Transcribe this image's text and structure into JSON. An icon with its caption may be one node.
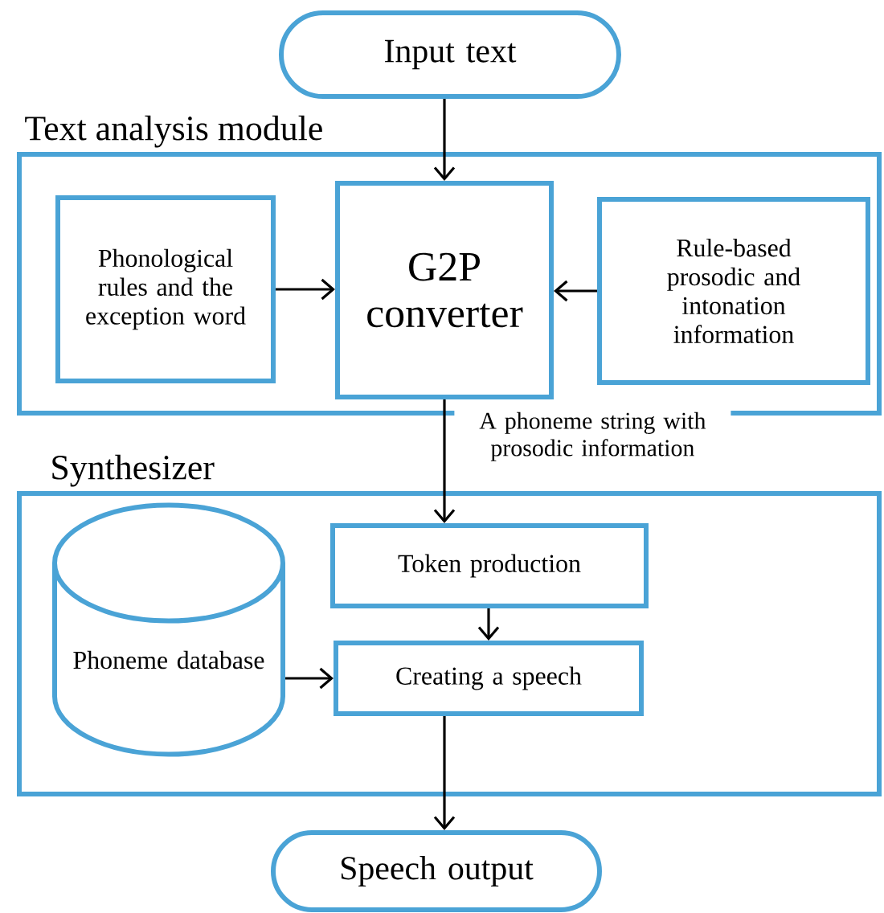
{
  "diagram": {
    "nodes": [
      {
        "text": [
          "Input text"
        ]
      },
      {
        "text": [
          "Text analysis module"
        ]
      },
      {
        "text": [
          "Phonological rules and the exception word"
        ],
        "in": 1
      },
      {
        "text": [
          "G2P converter"
        ],
        "in": 1
      },
      {
        "text": [
          "Rule-based prosodic and intonation information"
        ],
        "in": 1
      },
      {
        "text": [
          "Synthesizer"
        ]
      },
      {
        "text": [
          "Phoneme database"
        ],
        "in": 5
      },
      {
        "text": [
          "Token production"
        ],
        "in": 5
      },
      {
        "text": [
          "Creating a speech"
        ],
        "in": 5
      },
      {
        "text": [
          "Speech output"
        ]
      }
    ],
    "edges": [
      {
        "from": 0,
        "to": 3,
        "arrow": "to"
      },
      {
        "from": 2,
        "to": 3,
        "arrow": "to"
      },
      {
        "from": 4,
        "to": 3,
        "arrow": "to"
      },
      {
        "from": 3,
        "to": 7,
        "arrow": "to",
        "label": "A phoneme string with prosodic information"
      },
      {
        "from": 7,
        "to": 8,
        "arrow": "to"
      },
      {
        "from": 6,
        "to": 8,
        "arrow": "to"
      },
      {
        "from": 8,
        "to": 9,
        "arrow": "to"
      }
    ]
  }
}
